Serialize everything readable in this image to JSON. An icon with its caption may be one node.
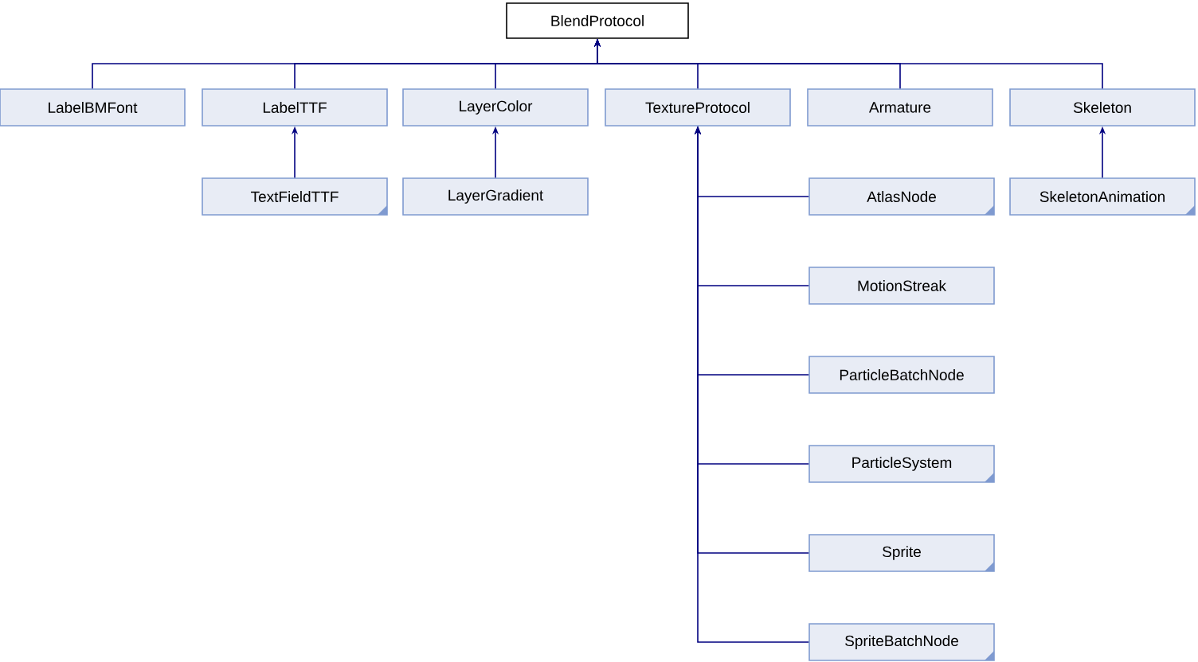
{
  "diagram": {
    "nodes": [
      {
        "text": [
          "BlendProtocol"
        ]
      },
      {
        "text": [
          "LabelBMFont"
        ]
      },
      {
        "text": [
          "LabelTTF"
        ]
      },
      {
        "text": [
          "LayerColor"
        ]
      },
      {
        "text": [
          "TextureProtocol"
        ]
      },
      {
        "text": [
          "Armature"
        ]
      },
      {
        "text": [
          "Skeleton"
        ]
      },
      {
        "text": [
          "TextFieldTTF"
        ]
      },
      {
        "text": [
          "LayerGradient"
        ]
      },
      {
        "text": [
          "AtlasNode"
        ]
      },
      {
        "text": [
          "SkeletonAnimation"
        ]
      },
      {
        "text": [
          "MotionStreak"
        ]
      },
      {
        "text": [
          "ParticleBatchNode"
        ]
      },
      {
        "text": [
          "ParticleSystem"
        ]
      },
      {
        "text": [
          "Sprite"
        ]
      },
      {
        "text": [
          "SpriteBatchNode"
        ]
      }
    ],
    "edges": [
      {
        "from": 1,
        "to": 0,
        "arrow": "to"
      },
      {
        "from": 2,
        "to": 0,
        "arrow": "to"
      },
      {
        "from": 3,
        "to": 0,
        "arrow": "to"
      },
      {
        "from": 4,
        "to": 0,
        "arrow": "to"
      },
      {
        "from": 5,
        "to": 0,
        "arrow": "to"
      },
      {
        "from": 6,
        "to": 0,
        "arrow": "to"
      },
      {
        "from": 7,
        "to": 2,
        "arrow": "to"
      },
      {
        "from": 8,
        "to": 3,
        "arrow": "to"
      },
      {
        "from": 9,
        "to": 4,
        "arrow": "to"
      },
      {
        "from": 10,
        "to": 6,
        "arrow": "to"
      },
      {
        "from": 11,
        "to": 4,
        "arrow": "to"
      },
      {
        "from": 12,
        "to": 4,
        "arrow": "to"
      },
      {
        "from": 13,
        "to": 4,
        "arrow": "to"
      },
      {
        "from": 14,
        "to": 4,
        "arrow": "to"
      },
      {
        "from": 15,
        "to": 4,
        "arrow": "to"
      }
    ]
  }
}
